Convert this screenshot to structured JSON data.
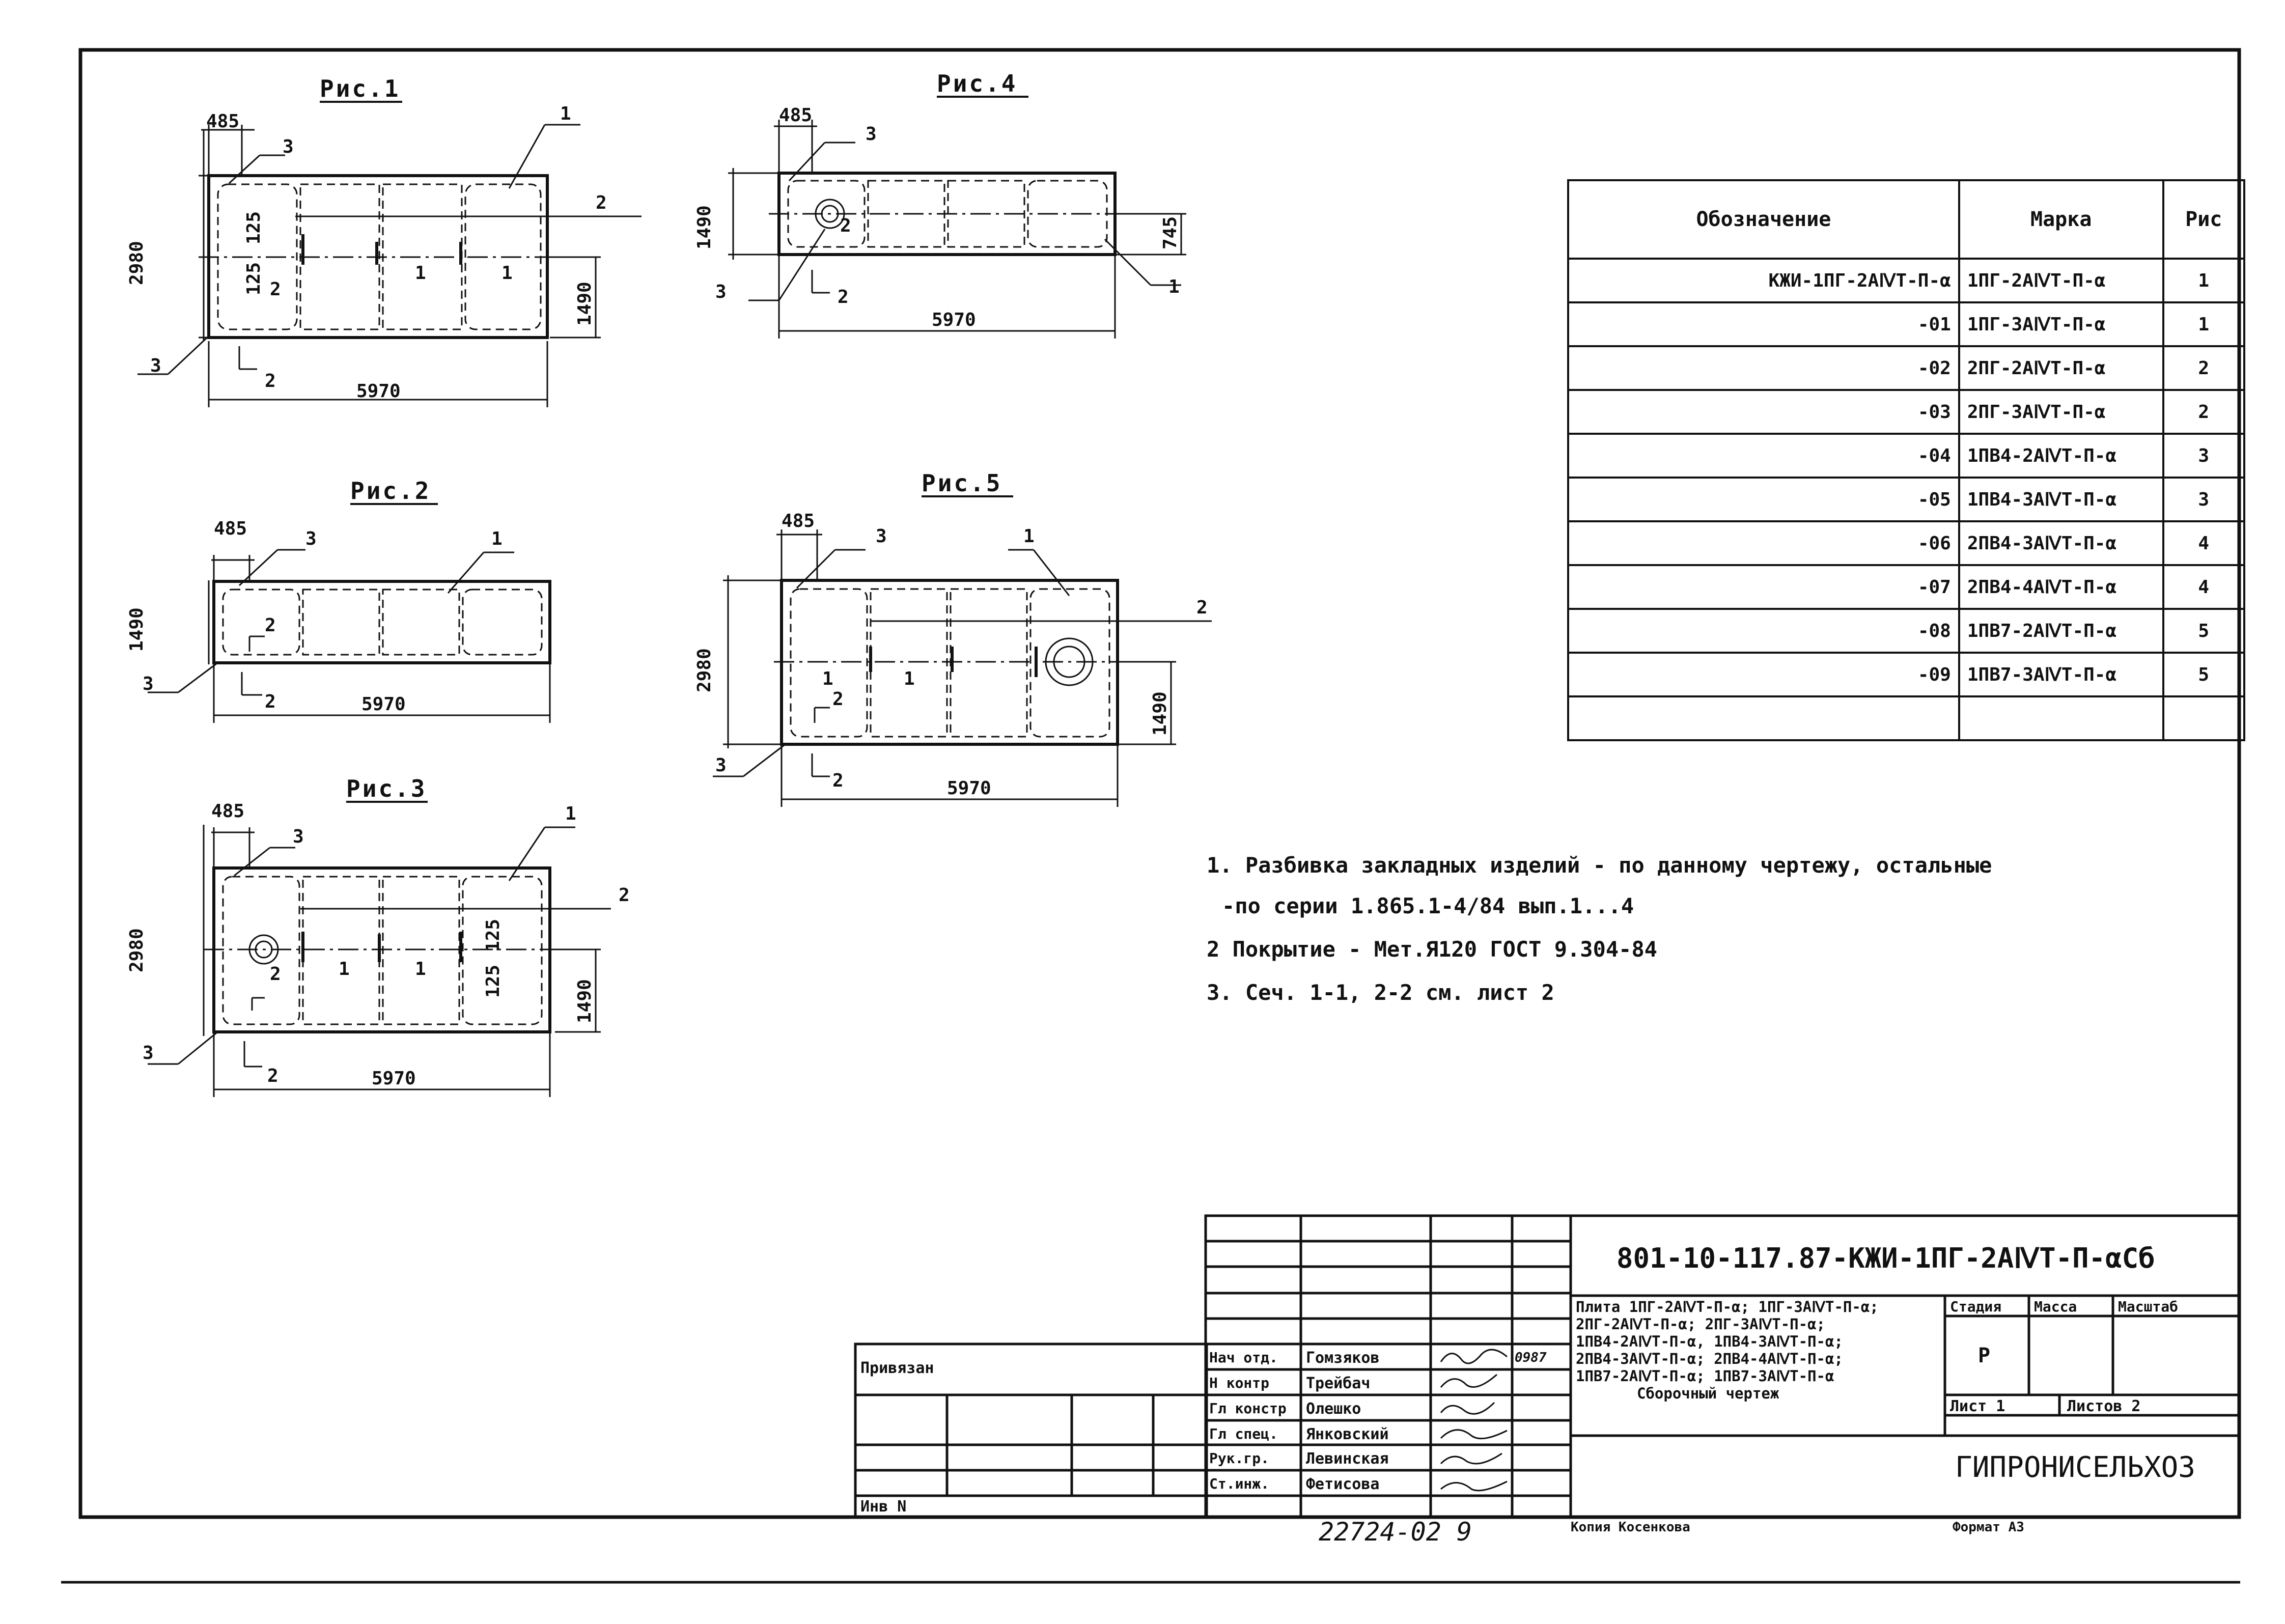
{
  "figures": {
    "fig1": {
      "title": "Рис.1",
      "dim_width": "5970",
      "dim_height": "2980",
      "dim_half": "1490",
      "dim_offset": "485",
      "dim_small_a": "125",
      "dim_small_b": "125",
      "callout_1": "1",
      "callout_2": "2",
      "callout_3a": "3",
      "callout_3b": "3",
      "section_1a": "1",
      "section_1b": "1",
      "section_2a": "2",
      "section_2b": "2"
    },
    "fig2": {
      "title": "Рис.2",
      "dim_width": "5970",
      "dim_height": "1490",
      "dim_offset": "485",
      "callout_1": "1",
      "callout_3a": "3",
      "callout_3b": "3",
      "section_2a": "2",
      "section_2b": "2"
    },
    "fig3": {
      "title": "Рис.3",
      "dim_width": "5970",
      "dim_height": "2980",
      "dim_half": "1490",
      "dim_offset": "485",
      "dim_small_a": "125",
      "dim_small_b": "125",
      "callout_1": "1",
      "callout_2": "2",
      "callout_3a": "3",
      "callout_3b": "3",
      "section_1a": "1",
      "section_1b": "1",
      "section_2a": "2",
      "section_2b": "2"
    },
    "fig4": {
      "title": "Рис.4",
      "dim_width": "5970",
      "dim_height": "1490",
      "dim_half": "745",
      "dim_offset": "485",
      "callout_1": "1",
      "callout_3a": "3",
      "callout_3b": "3",
      "section_2a": "2",
      "section_2b": "2"
    },
    "fig5": {
      "title": "Рис.5",
      "dim_width": "5970",
      "dim_height": "2980",
      "dim_half": "1490",
      "dim_offset": "485",
      "callout_1": "1",
      "callout_2": "2",
      "callout_3a": "3",
      "callout_3b": "3",
      "section_1a": "1",
      "section_1b": "1",
      "section_2a": "2",
      "section_2b": "2"
    }
  },
  "spec_table": {
    "headers": [
      "Обозначение",
      "Марка",
      "Рис"
    ],
    "rows": [
      [
        "КЖИ-1ПГ-2АⅣТ-П-α",
        "1ПГ-2АⅣТ-П-α",
        "1"
      ],
      [
        "-01",
        "1ПГ-3АⅣТ-П-α",
        "1"
      ],
      [
        "-02",
        "2ПГ-2АⅣТ-П-α",
        "2"
      ],
      [
        "-03",
        "2ПГ-3АⅣТ-П-α",
        "2"
      ],
      [
        "-04",
        "1ПВ4-2АⅣТ-П-α",
        "3"
      ],
      [
        "-05",
        "1ПВ4-3АⅣТ-П-α",
        "3"
      ],
      [
        "-06",
        "2ПВ4-3АⅣТ-П-α",
        "4"
      ],
      [
        "-07",
        "2ПВ4-4АⅣТ-П-α",
        "4"
      ],
      [
        "-08",
        "1ПВ7-2АⅣТ-П-α",
        "5"
      ],
      [
        "-09",
        "1ПВ7-3АⅣТ-П-α",
        "5"
      ],
      [
        "",
        "",
        ""
      ]
    ]
  },
  "notes": {
    "n1a": "1. Разбивка закладных изделий - по данному чертежу, остальные",
    "n1b": "-по серии 1.865.1-4/84 вып.1...4",
    "n2": "2 Покрытие - Мет.Я120 ГОСТ 9.304-84",
    "n3": "3. Сеч. 1-1, 2-2 см. лист 2"
  },
  "title_block": {
    "doc_code": "801-10-117.87-КЖИ-1ПГ-2АⅣТ-П-αСб",
    "description": [
      "Плита 1ПГ-2АⅣТ-П-α; 1ПГ-3АⅣТ-П-α;",
      "2ПГ-2АⅣТ-П-α; 2ПГ-3АⅣТ-П-α;",
      "1ПВ4-2АⅣТ-П-α, 1ПВ4-3АⅣТ-П-α;",
      "2ПВ4-3АⅣТ-П-α; 2ПВ4-4АⅣТ-П-α;",
      "1ПВ7-2АⅣТ-П-α; 1ПВ7-3АⅣТ-П-α"
    ],
    "drawing_type": "Сборочный чертеж",
    "stage_label": "Стадия",
    "mass_label": "Масса",
    "scale_label": "Масштаб",
    "stage_value": "Р",
    "sheet_label": "Лист 1",
    "sheets_label": "Листов 2",
    "organization": "ГИПРОНИСЕЛЬХОЗ",
    "format": "Формат А3",
    "copied_by": "Копия Косенкова",
    "date": "0987",
    "privyazan": "Привязан",
    "inv_no": "Инв N",
    "signatories": [
      {
        "role": "Нач отд.",
        "name": "Гомзяков"
      },
      {
        "role": "Н контр",
        "name": "Трейбач"
      },
      {
        "role": "Гл констр",
        "name": "Олешко"
      },
      {
        "role": "Гл спец.",
        "name": "Янковский"
      },
      {
        "role": "Рук.гр.",
        "name": "Левинская"
      },
      {
        "role": "Ст.инж.",
        "name": "Фетисова"
      }
    ]
  },
  "stamp_number": "22724-02 9"
}
